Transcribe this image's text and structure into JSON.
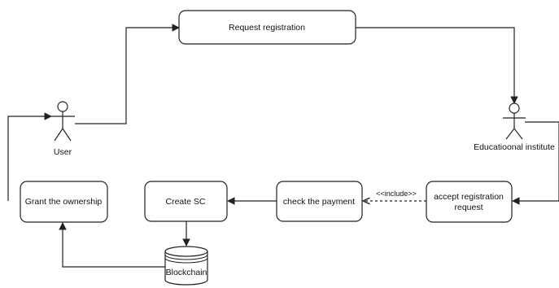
{
  "nodes": {
    "request_registration": "Request registration",
    "grant_ownership": "Grant the ownership",
    "create_sc": "Create SC",
    "check_payment": "check the payment",
    "accept_line1": "accept registration",
    "accept_line2": "request",
    "blockchain": "Blockchain"
  },
  "actors": {
    "user": "User",
    "institute": "Educatioonal institute"
  },
  "edges": {
    "include_label": "<<include>>"
  }
}
